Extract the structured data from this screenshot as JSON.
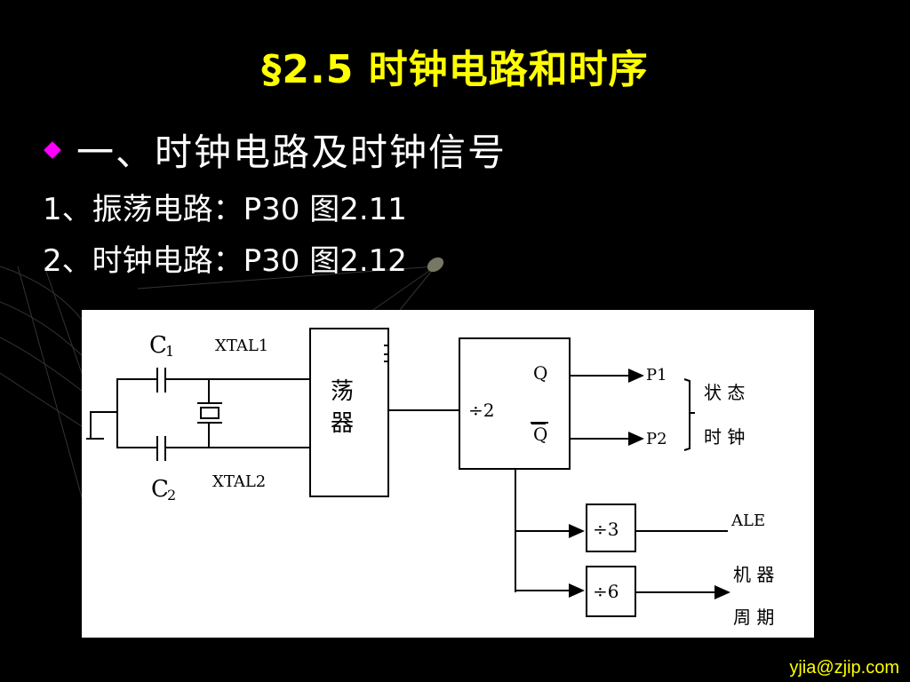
{
  "title": "§2.5   时钟电路和时序",
  "bullet": "一、时钟电路及时钟信号",
  "lines": [
    "1、振荡电路：P30 图2.11",
    "2、时钟电路：P30 图2.12"
  ],
  "diagram": {
    "c1": "C",
    "c1_sub": "1",
    "c2": "C",
    "c2_sub": "2",
    "xtal1": "XTAL1",
    "xtal2": "XTAL2",
    "osc_top": "荡",
    "osc_bottom": "器",
    "div2": "÷2",
    "q": "Q",
    "qbar": "Q",
    "p1": "P1",
    "p2": "P2",
    "phase_clock": [
      "状 态",
      "时 钟"
    ],
    "div3": "÷3",
    "ale": "ALE",
    "div6": "÷6",
    "machine_cycle": [
      "机 器",
      "周 期"
    ]
  },
  "footer": "yjia@zjip.com",
  "colors": {
    "background": "#000000",
    "title": "#ffff00",
    "bullet": "#ff00ff",
    "footer": "#ffff00"
  }
}
